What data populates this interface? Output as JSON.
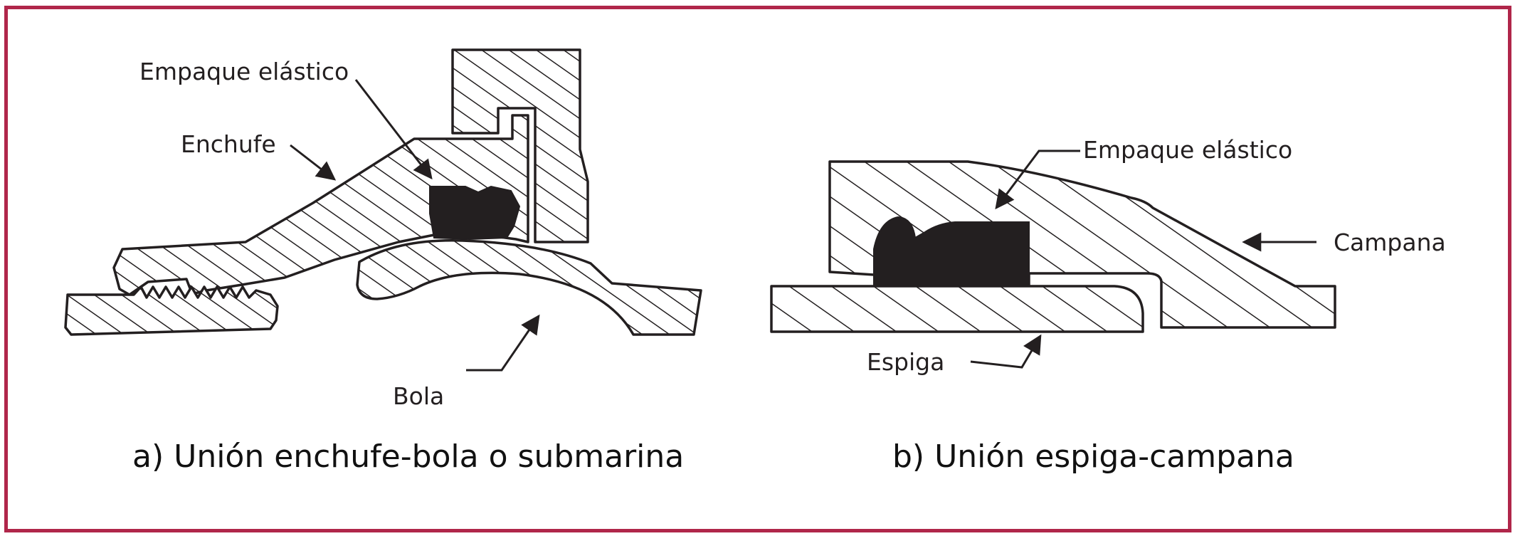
{
  "colors": {
    "frame": "#b0264a",
    "ink": "#231f20",
    "gasket": "#231f20",
    "hatch_background": "#ffffff"
  },
  "diagram_a": {
    "caption": "a) Unión enchufe-bola o submarina",
    "labels": {
      "gasket": "Empaque elástico",
      "socket": "Enchufe",
      "ball": "Bola"
    }
  },
  "diagram_b": {
    "caption": "b) Unión espiga-campana",
    "labels": {
      "gasket": "Empaque elástico",
      "bell": "Campana",
      "spigot": "Espiga"
    }
  }
}
